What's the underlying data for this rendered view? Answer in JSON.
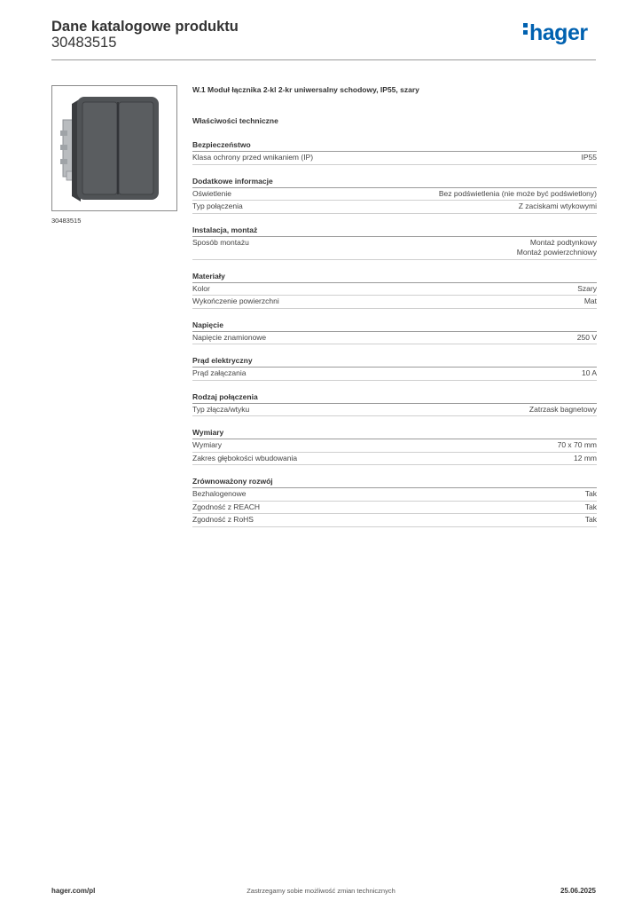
{
  "header": {
    "title": "Dane katalogowe produktu",
    "code": "30483515",
    "logo_text": "hager",
    "brand_color": "#0061b0"
  },
  "image": {
    "caption": "30483515",
    "device_color": "#4d4f52"
  },
  "product": {
    "title": "W.1 Moduł łącznika 2-kl 2-kr uniwersalny schodowy, IP55, szary"
  },
  "properties_heading": "Właściwości techniczne",
  "sections": [
    {
      "title": "Bezpieczeństwo",
      "rows": [
        {
          "label": "Klasa ochrony przed wnikaniem (IP)",
          "value": [
            "IP55"
          ]
        }
      ]
    },
    {
      "title": "Dodatkowe informacje",
      "rows": [
        {
          "label": "Oświetlenie",
          "value": [
            "Bez podświetlenia (nie może być podświetlony)"
          ]
        },
        {
          "label": "Typ połączenia",
          "value": [
            "Z  zaciskami wtykowymi"
          ]
        }
      ]
    },
    {
      "title": "Instalacja, montaż",
      "rows": [
        {
          "label": "Sposób montażu",
          "value": [
            "Montaż podtynkowy",
            "Montaż powierzchniowy"
          ]
        }
      ]
    },
    {
      "title": "Materiały",
      "rows": [
        {
          "label": "Kolor",
          "value": [
            "Szary"
          ]
        },
        {
          "label": "Wykończenie powierzchni",
          "value": [
            "Mat"
          ]
        }
      ]
    },
    {
      "title": "Napięcie",
      "rows": [
        {
          "label": "Napięcie znamionowe",
          "value": [
            "250 V"
          ]
        }
      ]
    },
    {
      "title": "Prąd elektryczny",
      "rows": [
        {
          "label": "Prąd załączania",
          "value": [
            "10 A"
          ]
        }
      ]
    },
    {
      "title": "Rodzaj połączenia",
      "rows": [
        {
          "label": "Typ złącza/wtyku",
          "value": [
            "Zatrzask bagnetowy"
          ]
        }
      ]
    },
    {
      "title": "Wymiary",
      "rows": [
        {
          "label": "Wymiary",
          "value": [
            "70 x 70 mm"
          ]
        },
        {
          "label": "Zakres głębokości wbudowania",
          "value": [
            "12 mm"
          ]
        }
      ]
    },
    {
      "title": "Zrównoważony rozwój",
      "rows": [
        {
          "label": "Bezhalogenowe",
          "value": [
            "Tak"
          ]
        },
        {
          "label": "Zgodność z REACH",
          "value": [
            "Tak"
          ]
        },
        {
          "label": "Zgodność z RoHS",
          "value": [
            "Tak"
          ]
        }
      ]
    }
  ],
  "footer": {
    "url": "hager.com/pl",
    "note": "Zastrzegamy sobie możliwość zmian technicznych",
    "date": "25.06.2025"
  }
}
